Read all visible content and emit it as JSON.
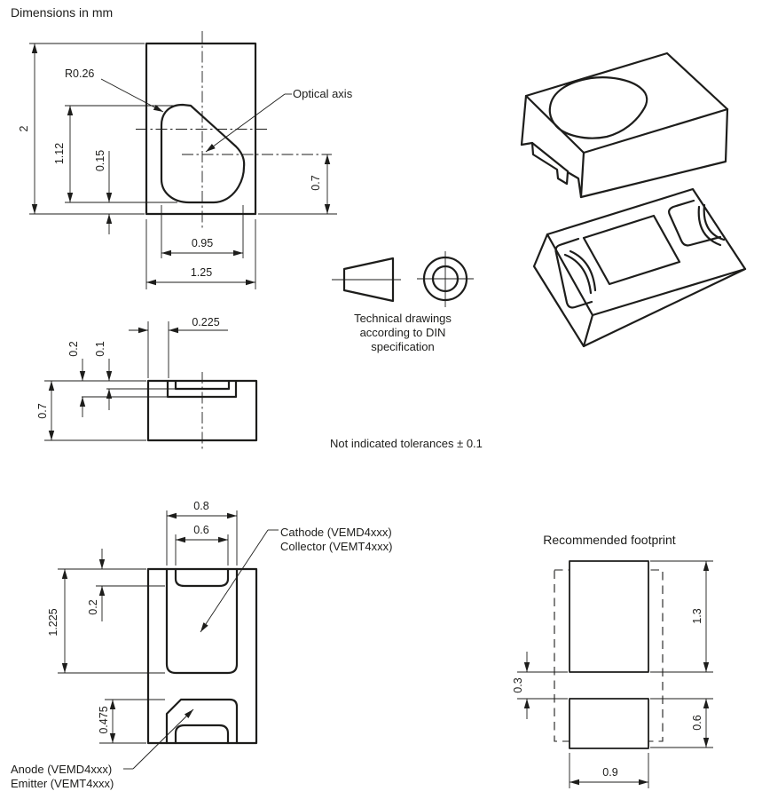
{
  "title": "Dimensions in mm",
  "colors": {
    "ink": "#1d1d1b",
    "background": "#ffffff"
  },
  "top_view": {
    "dim_body_height": "2",
    "dim_lens_height": "1.12",
    "dim_lens_bottom_offset": "0.15",
    "dim_lens_radius": "R0.26",
    "label_optical_axis": "Optical axis",
    "dim_lens_width": "0.95",
    "dim_body_width": "1.25",
    "dim_optical_axis_height": "0.7"
  },
  "side_view": {
    "dim_recess_inset": "0.225",
    "dim_step_depth": "0.2",
    "dim_ledge_depth": "0.1",
    "dim_body_height": "0.7"
  },
  "din_note": {
    "line1": "Technical drawings",
    "line2": "according to DIN",
    "line3": "specification"
  },
  "tolerance_note": "Not indicated tolerances ± 0.1",
  "bottom_view": {
    "dim_pad_width": "0.8",
    "dim_notch_width": "0.6",
    "dim_notch_depth": "0.2",
    "dim_cathode_pad_length": "1.225",
    "dim_anode_pad_length": "0.475",
    "cathode_label_line1": "Cathode (VEMD4xxx)",
    "cathode_label_line2": "Collector (VEMT4xxx)",
    "anode_label_line1": "Anode (VEMD4xxx)",
    "anode_label_line2": "Emitter (VEMT4xxx)"
  },
  "footprint": {
    "title": "Recommended footprint",
    "dim_pad1_height": "1.3",
    "dim_pad2_height": "0.6",
    "dim_gap": "0.3",
    "dim_pad_width": "0.9"
  }
}
